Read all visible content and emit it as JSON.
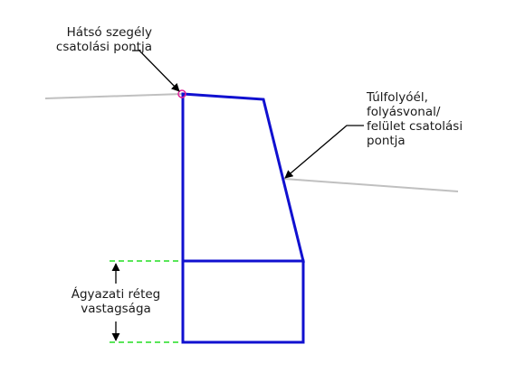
{
  "labels": {
    "back_edge": [
      "Hátsó szegély",
      "csatolási pontja"
    ],
    "overflow": [
      "Túlfolyóél,",
      "folyásvonal/",
      "felület csatolási",
      "pontja"
    ],
    "bedding": [
      "Ágyazati réteg",
      "vastagsága"
    ]
  },
  "colors": {
    "structure": "#1010d0",
    "ground": "#c0c0c0",
    "dimension": "#22dd22",
    "marker": "#e0209a",
    "text": "#1a1a1a"
  }
}
